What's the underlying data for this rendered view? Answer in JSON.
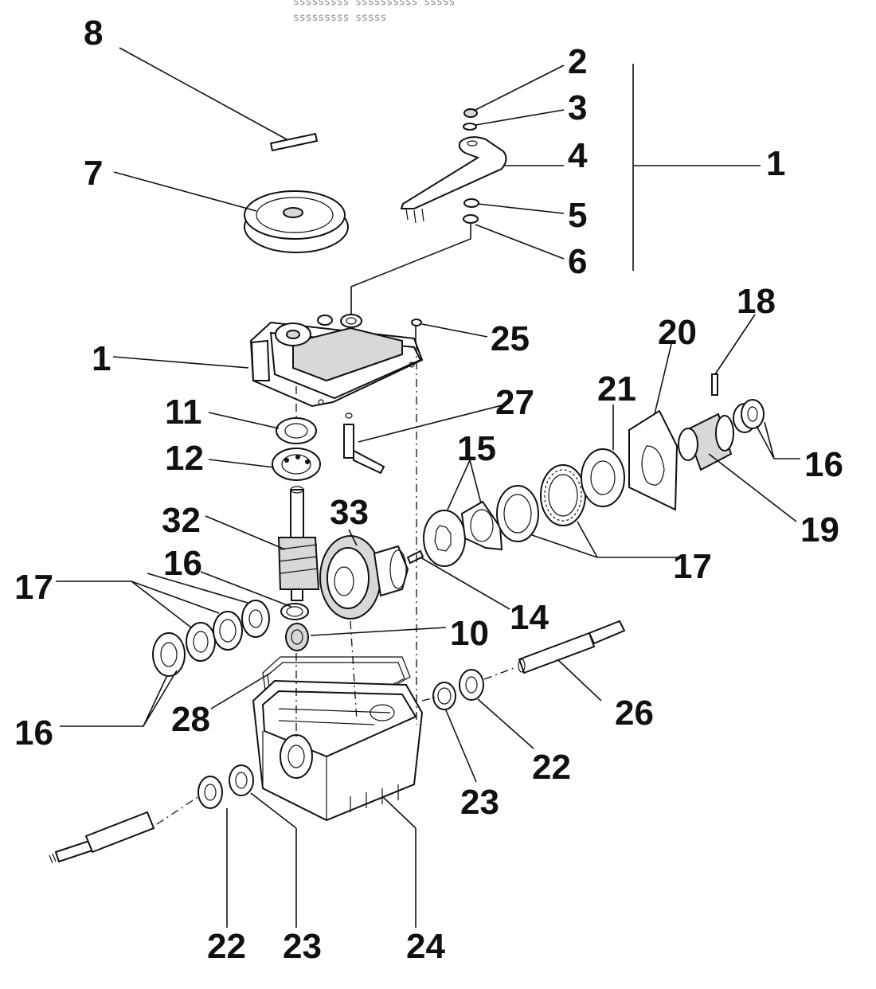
{
  "header": {
    "line1": "sssssssss ssssssssss sssss",
    "line2": "sssssssss sssss"
  },
  "callouts": {
    "c1_group": "1",
    "c1_cover": "1",
    "c2": "2",
    "c3": "3",
    "c4": "4",
    "c5": "5",
    "c6": "6",
    "c7": "7",
    "c8": "8",
    "c10": "10",
    "c11": "11",
    "c12": "12",
    "c14": "14",
    "c15": "15",
    "c16_left_top": "16",
    "c16_left_bottom": "16",
    "c16_right": "16",
    "c17_left": "17",
    "c17_right": "17",
    "c18": "18",
    "c19": "19",
    "c20": "20",
    "c21": "21",
    "c22_bottom": "22",
    "c22_right": "22",
    "c23_bottom": "23",
    "c23_right": "23",
    "c24": "24",
    "c25": "25",
    "c26": "26",
    "c27": "27",
    "c28": "28",
    "c32": "32",
    "c33": "33"
  }
}
